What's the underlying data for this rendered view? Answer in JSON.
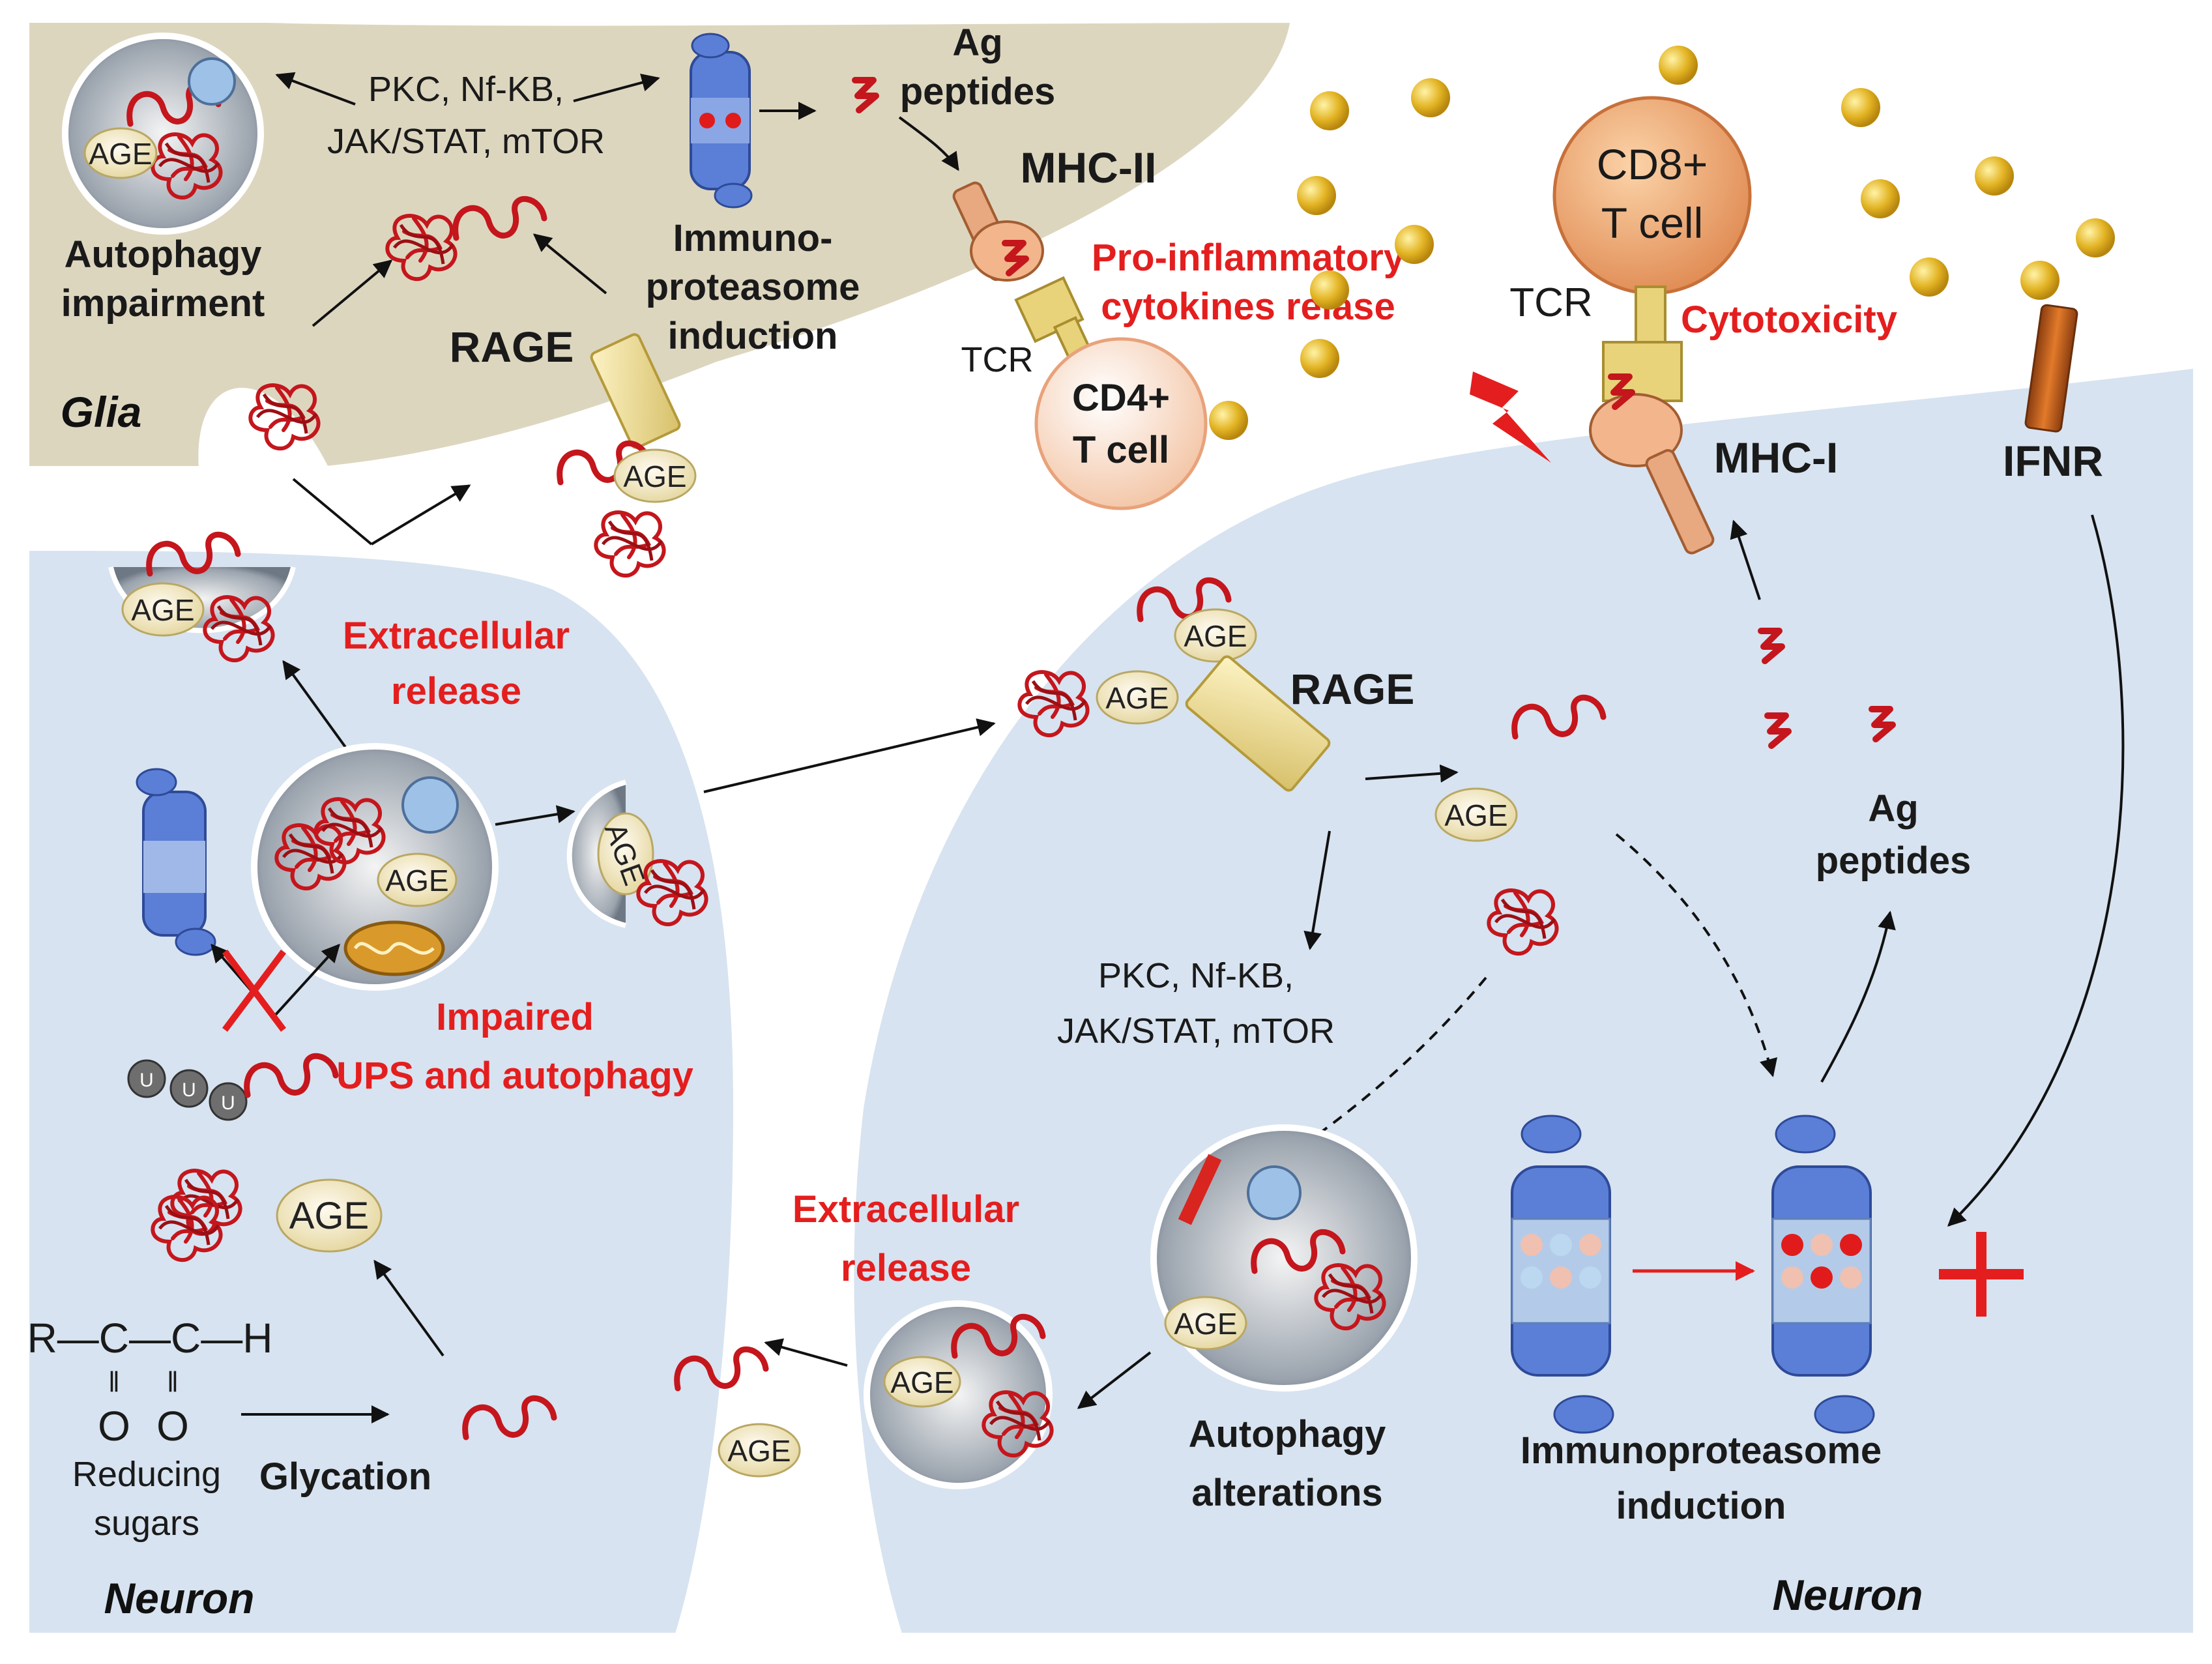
{
  "colors": {
    "glia_fill": "#ddd6bf",
    "neuron_fill": "#d7e3f0",
    "label_red": "#e41e1e",
    "protein_red": "#c4161c",
    "age_fill": "#f4ecc8",
    "rage_fill": "#f2e3a0",
    "cytokine_gold": "#e0b020",
    "proteasome_blue": "#5b7fd6"
  },
  "regions": {
    "glia": "Glia",
    "neuron_left": "Neuron",
    "neuron_right": "Neuron"
  },
  "glia": {
    "signaling_1": "PKC, Nf-KB,",
    "signaling_2": "JAK/STAT, mTOR",
    "autophagy_1": "Autophagy",
    "autophagy_2": "impairment",
    "immuno_1": "Immuno-",
    "immuno_2": "proteasome",
    "immuno_3": "induction",
    "ag_1": "Ag",
    "ag_2": "peptides",
    "mhc2": "MHC-II",
    "rage": "RAGE",
    "proinf_1": "Pro-inflammatory",
    "proinf_2": "cytokines relase",
    "tcr": "TCR",
    "cd4_1": "CD4+",
    "cd4_2": "T cell"
  },
  "tcell": {
    "cd8_1": "CD8+",
    "cd8_2": "T cell",
    "tcr": "TCR",
    "cytotoxicity": "Cytotoxicity",
    "mhc1": "MHC-I",
    "ifnr": "IFNR"
  },
  "left_neuron": {
    "extracellular_1": "Extracellular",
    "extracellular_2": "release",
    "impaired_1": "Impaired",
    "impaired_2": "UPS and autophagy",
    "age": "AGE",
    "ubiquitin": "U",
    "formula_top": "R—C—C—H",
    "formula_bond": "‖",
    "formula_bottom": "O",
    "reducing_1": "Reducing",
    "reducing_2": "sugars",
    "glycation": "Glycation"
  },
  "right_neuron": {
    "rage": "RAGE",
    "signaling_1": "PKC, Nf-KB,",
    "signaling_2": "JAK/STAT, mTOR",
    "ag_1": "Ag",
    "ag_2": "peptides",
    "extracellular_1": "Extracellular",
    "extracellular_2": "release",
    "autophagy_1": "Autophagy",
    "autophagy_2": "alterations",
    "immuno_1": "Immunoproteasome",
    "immuno_2": "induction"
  },
  "age_label": "AGE"
}
